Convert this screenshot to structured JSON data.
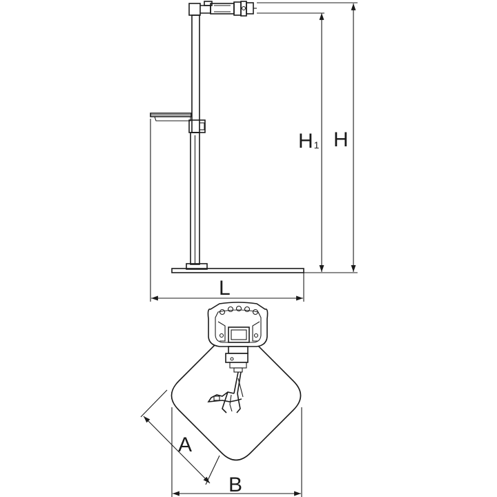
{
  "labels": {
    "height_total": "H",
    "height_partial_main": "H",
    "height_partial_sub": "1",
    "length": "L",
    "side_a": "A",
    "side_b": "B"
  },
  "colors": {
    "stroke": "#1a1a1a",
    "background": "#ffffff"
  }
}
